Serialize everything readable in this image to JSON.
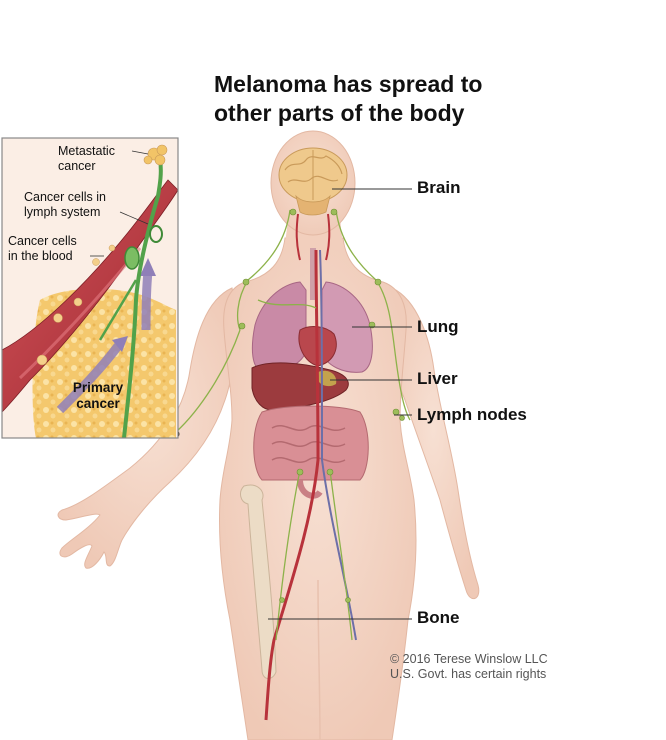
{
  "title": {
    "line1": "Melanoma has spread to",
    "line2": "other parts of the body"
  },
  "organ_labels": {
    "brain": "Brain",
    "lung": "Lung",
    "liver": "Liver",
    "lymph_nodes": "Lymph nodes",
    "bone": "Bone"
  },
  "inset": {
    "metastatic_line1": "Metastatic",
    "metastatic_line2": "cancer",
    "lymph_line1": "Cancer cells in",
    "lymph_line2": "lymph system",
    "blood_line1": "Cancer cells",
    "blood_line2": "in the blood",
    "primary_line1": "Primary",
    "primary_line2": "cancer"
  },
  "copyright": {
    "line1": "© 2016 Terese Winslow LLC",
    "line2": "U.S. Govt. has certain rights"
  },
  "colors": {
    "skin": "#f3d3c2",
    "skin_outline": "#e3b8a3",
    "lung": "#c98aa6",
    "liver": "#9c3b3e",
    "intestine": "#d98f95",
    "brain": "#efc98c",
    "lymph": "#8db24a",
    "blood_vessel": "#b8323b",
    "tumor": "#f2c467"
  }
}
